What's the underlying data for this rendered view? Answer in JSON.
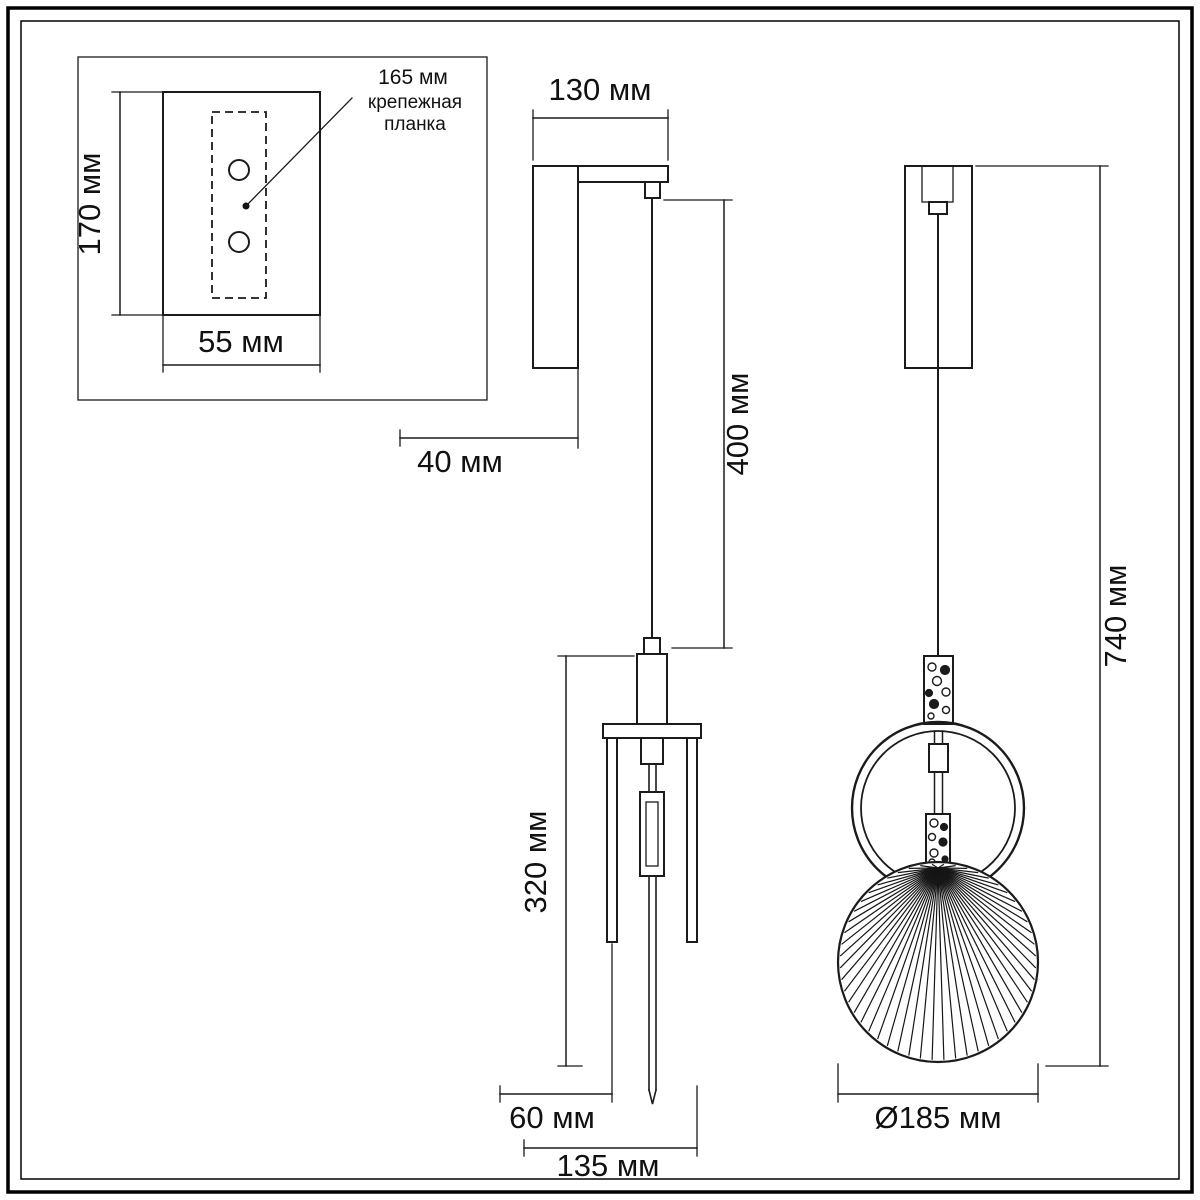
{
  "inset": {
    "plate_callout_size": "165 мм",
    "plate_callout_name1": "крепежная",
    "plate_callout_name2": "планка",
    "plate_height": "170 мм",
    "plate_width": "55 мм"
  },
  "side_view": {
    "bracket_width": "130 мм",
    "bracket_depth": "40 мм",
    "cord_length": "400 мм",
    "fixture_height": "320 мм",
    "shade_offset": "60 мм",
    "overall_depth": "135 мм"
  },
  "front_view": {
    "overall_height": "740 мм",
    "shade_diameter": "Ø185 мм"
  }
}
